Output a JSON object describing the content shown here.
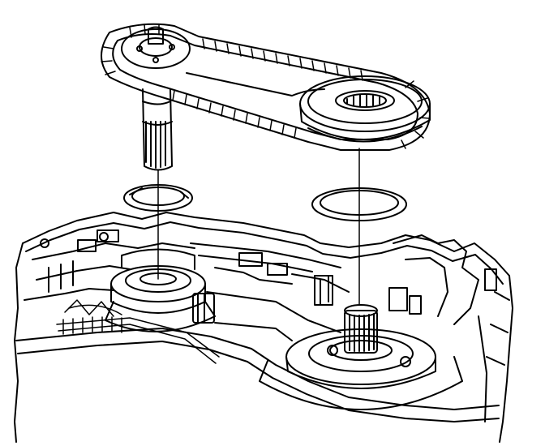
{
  "figure": {
    "kind": "technical-line-drawing",
    "line_color": "#000000",
    "background_color": "#ffffff",
    "components": [
      {
        "name": "transfer-drive-chain",
        "label": ""
      },
      {
        "name": "drive-sprocket-with-shaft",
        "label": ""
      },
      {
        "name": "driven-sprocket",
        "label": ""
      },
      {
        "name": "drive-sprocket-thrust-washer",
        "label": ""
      },
      {
        "name": "driven-sprocket-thrust-washer",
        "label": ""
      },
      {
        "name": "transaxle-case-housing",
        "label": ""
      },
      {
        "name": "drive-sprocket-support-hub",
        "label": ""
      },
      {
        "name": "driven-sprocket-support-splined-shaft",
        "label": ""
      }
    ]
  }
}
